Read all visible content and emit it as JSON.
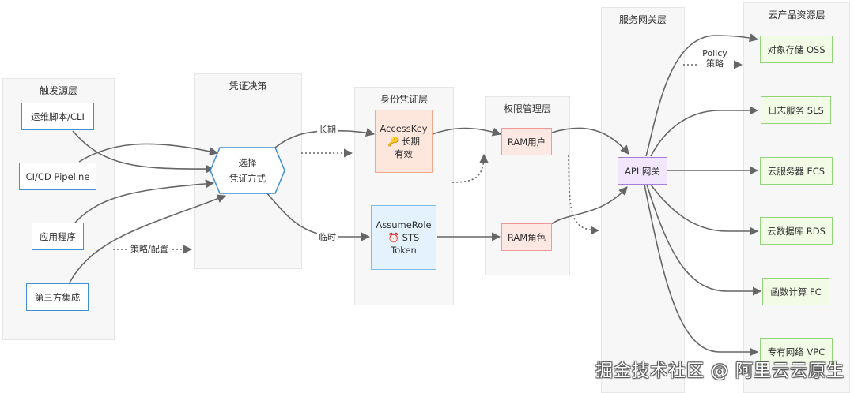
{
  "layers": {
    "trigger": "触发源层",
    "decision": "凭证决策",
    "identity": "身份凭证层",
    "permission": "权限管理层",
    "gateway": "服务网关层",
    "resources": "云产品资源层"
  },
  "nodes": {
    "cli": "运维脚本/CLI",
    "cicd": "CI/CD Pipeline",
    "app": "应用程序",
    "third": "第三方集成",
    "choose_line1": "选择",
    "choose_line2": "凭证方式",
    "ak_line1": "AccessKey",
    "ak_icon": "🔑",
    "ak_line2": "长期",
    "ak_line3": "有效",
    "sts_line1": "AssumeRole",
    "sts_icon": "⏰",
    "sts_line2": "STS",
    "sts_line3": "Token",
    "ram_user": "RAM用户",
    "ram_role": "RAM角色",
    "api": "API 网关",
    "oss": "对象存储 OSS",
    "sls": "日志服务 SLS",
    "ecs": "云服务器 ECS",
    "rds": "云数据库 RDS",
    "fc": "函数计算 FC",
    "vpc": "专有网络 VPC"
  },
  "edge_labels": {
    "long_term": "长期",
    "temporary": "临时",
    "policy_config": "策略/配置",
    "policy_en": "Policy",
    "policy_cn": "策略"
  },
  "colors": {
    "source_border": "#3f8fd2",
    "ak_fill": "#fde6dc",
    "sts_fill": "#e3f2fc",
    "ram_fill": "#fde8e4",
    "api_fill": "#f1e6fb",
    "resource_fill": "#f1fbe6",
    "edge": "#666666"
  },
  "watermark": "掘金技术社区 @ 阿里云云原生"
}
